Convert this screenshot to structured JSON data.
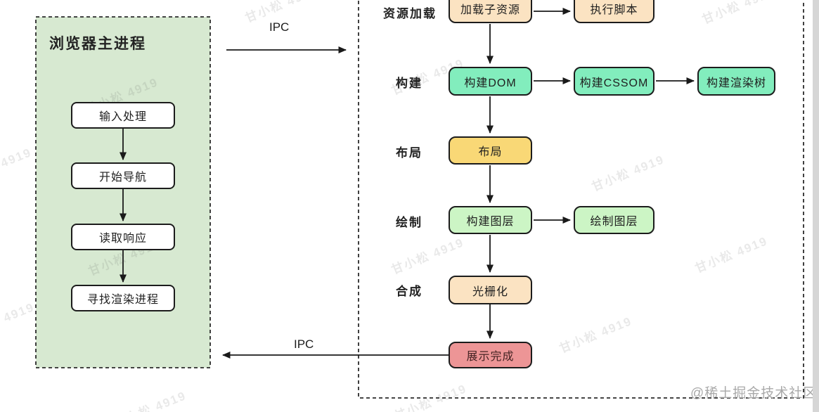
{
  "watermark": {
    "text": "甘小松 4919",
    "credit": "@稀土掘金技术社区"
  },
  "ipc": {
    "top_label": "IPC",
    "bottom_label": "IPC"
  },
  "main_process": {
    "title": "浏览器主进程",
    "steps": [
      "输入处理",
      "开始导航",
      "读取响应",
      "寻找渲染进程"
    ]
  },
  "render_process": {
    "rows": [
      {
        "label": "资源加载",
        "boxes": [
          "加载子资源",
          "执行脚本"
        ]
      },
      {
        "label": "构建",
        "boxes": [
          "构建DOM",
          "构建CSSOM",
          "构建渲染树"
        ]
      },
      {
        "label": "布局",
        "boxes": [
          "布局"
        ]
      },
      {
        "label": "绘制",
        "boxes": [
          "构建图层",
          "绘制图层"
        ]
      },
      {
        "label": "合成",
        "boxes": [
          "光栅化"
        ]
      },
      {
        "label": "",
        "boxes": [
          "展示完成"
        ]
      }
    ]
  },
  "colors": {
    "panel_fill": "#d7e9d1",
    "node_white": "#ffffff",
    "node_peach": "#fbe3c2",
    "node_teal": "#82edbd",
    "node_yellow": "#f9d876",
    "node_lightgreen": "#ccf5c5",
    "node_red": "#ed9596"
  }
}
